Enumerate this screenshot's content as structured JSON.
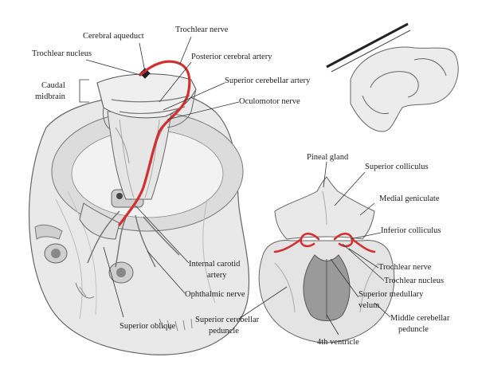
{
  "labels": {
    "cerebral_aqueduct": "Cerebral aqueduct",
    "trochlear_nerve_top": "Trochlear nerve",
    "trochlear_nucleus_top": "Trochlear nucleus",
    "posterior_cerebral_artery": "Posterior cerebral artery",
    "caudal_midbrain_line1": "Caudal",
    "caudal_midbrain_line2": "midbrain",
    "superior_cerebellar_artery": "Superior cerebellar artery",
    "oculomotor_nerve": "Oculomotor nerve",
    "internal_carotid_line1": "Internal carotid",
    "internal_carotid_line2": "artery",
    "ophthalmic_nerve": "Ophthalmic nerve",
    "superior_oblique": "Superior oblique",
    "pineal_gland": "Pineal gland",
    "superior_colliculus": "Superior colliculus",
    "medial_geniculate": "Medial geniculate",
    "inferior_colliculus": "Inferior colliculus",
    "trochlear_nerve_right": "Trochlear nerve",
    "trochlear_nucleus_right": "Trochlear nucleus",
    "superior_medullary_line1": "Superior medullary",
    "superior_medullary_line2": "velum",
    "superior_cerebellar_peduncle_line1": "Superior cerebellar",
    "superior_cerebellar_peduncle_line2": "peduncle",
    "fourth_ventricle": "4th ventricle",
    "middle_cerebellar_line1": "Middle cerebellar",
    "middle_cerebellar_line2": "peduncle"
  },
  "colors": {
    "nerve_highlight": "#d2302f",
    "ink": "#222222",
    "sketch_shade": "#d6d6d6"
  }
}
